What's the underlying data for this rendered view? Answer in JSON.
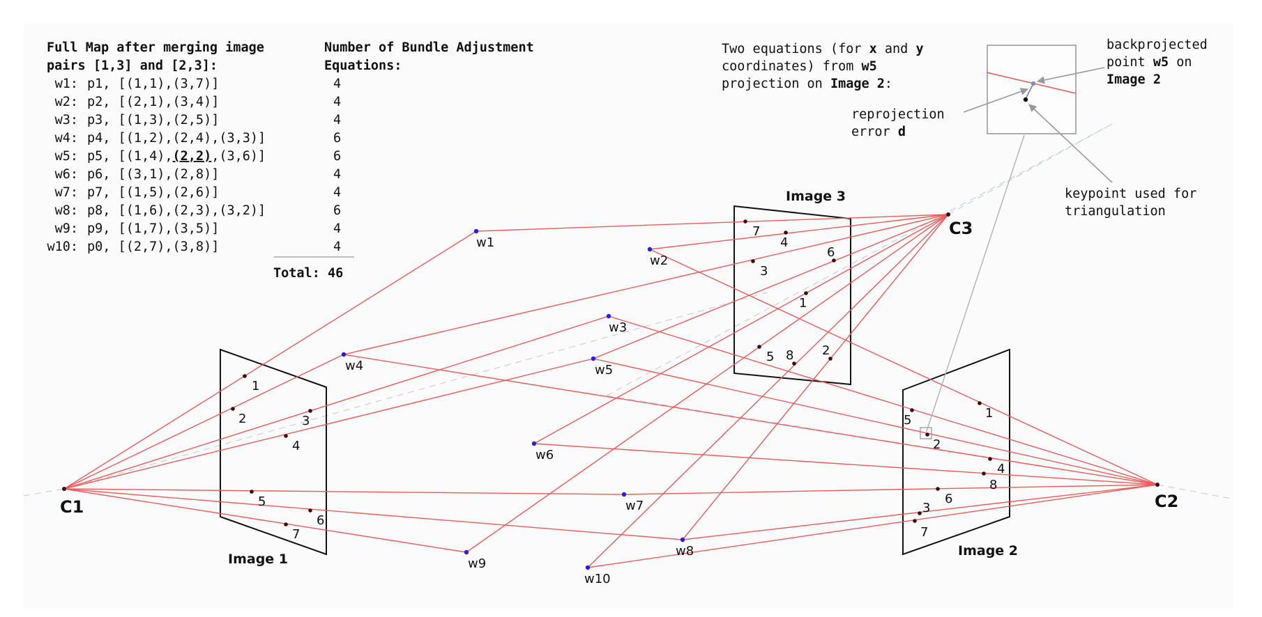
{
  "map_title_lines": [
    "Full Map after merging image",
    "pairs [1,3] and [2,3]:"
  ],
  "equations_title_lines": [
    "Number of Bundle Adjustment",
    "Equations:"
  ],
  "map_rows": [
    {
      "label": "w1:",
      "pre": "p1, [(1,1),(3,7)]",
      "bold": "",
      "post": "",
      "count": "4"
    },
    {
      "label": "w2:",
      "pre": "p2, [(2,1),(3,4)]",
      "bold": "",
      "post": "",
      "count": "4"
    },
    {
      "label": "w3:",
      "pre": "p3, [(1,3),(2,5)]",
      "bold": "",
      "post": "",
      "count": "4"
    },
    {
      "label": "w4:",
      "pre": "p4, [(1,2),(2,4),(3,3)]",
      "bold": "",
      "post": "",
      "count": "6"
    },
    {
      "label": "w5:",
      "pre": "p5, [(1,4),",
      "bold": "(2,2)",
      "post": ",(3,6)]",
      "count": "6"
    },
    {
      "label": "w6:",
      "pre": "p6, [(3,1),(2,8)]",
      "bold": "",
      "post": "",
      "count": "4"
    },
    {
      "label": "w7:",
      "pre": "p7, [(1,5),(2,6)]",
      "bold": "",
      "post": "",
      "count": "4"
    },
    {
      "label": "w8:",
      "pre": "p8, [(1,6),(2,3),(3,2)]",
      "bold": "",
      "post": "",
      "count": "6"
    },
    {
      "label": "w9:",
      "pre": "p9, [(1,7),(3,5)]",
      "bold": "",
      "post": "",
      "count": "4"
    },
    {
      "label": "w10:",
      "pre": "p0, [(2,7),(3,8)]",
      "bold": "",
      "post": "",
      "count": "4"
    }
  ],
  "total_label": "Total: 46",
  "inset_caption": [
    [
      {
        "t": "Two equations (for ",
        "b": false
      },
      {
        "t": "x",
        "b": true
      },
      {
        "t": " and ",
        "b": false
      },
      {
        "t": "y",
        "b": true
      }
    ],
    [
      {
        "t": "coordinates) from ",
        "b": false
      },
      {
        "t": "w5",
        "b": true
      }
    ],
    [
      {
        "t": "projection on ",
        "b": false
      },
      {
        "t": "Image 2",
        "b": true
      },
      {
        "t": ":",
        "b": false
      }
    ]
  ],
  "backprojected_label": [
    [
      {
        "t": "backprojected",
        "b": false
      }
    ],
    [
      {
        "t": "point ",
        "b": false
      },
      {
        "t": "w5",
        "b": true
      },
      {
        "t": " on",
        "b": false
      }
    ],
    [
      {
        "t": "Image 2",
        "b": true
      }
    ]
  ],
  "reprojection_label": [
    [
      {
        "t": "reprojection",
        "b": false
      }
    ],
    [
      {
        "t": "error ",
        "b": false
      },
      {
        "t": "d",
        "b": true
      }
    ]
  ],
  "keypoint_label": [
    "keypoint used for",
    "triangulation"
  ],
  "cameras": {
    "C1": "C1",
    "C2": "C2",
    "C3": "C3"
  },
  "image_titles": {
    "image1": "Image 1",
    "image2": "Image 2",
    "image3": "Image 3"
  },
  "world_points": [
    "w1",
    "w2",
    "w3",
    "w4",
    "w5",
    "w6",
    "w7",
    "w8",
    "w9",
    "w10"
  ],
  "keypoint_labels": {
    "image1": [
      "1",
      "2",
      "3",
      "4",
      "5",
      "6",
      "7"
    ],
    "image2": [
      "1",
      "2",
      "3",
      "4",
      "5",
      "6",
      "7",
      "8"
    ],
    "image3": [
      "1",
      "2",
      "3",
      "4",
      "5",
      "6",
      "7",
      "8"
    ]
  },
  "colors": {
    "ray": "#ec5a5a",
    "world_point": "#2a1ed6",
    "keypoint": "#3a0d0d",
    "frame": "#111111",
    "guide": "#c9cfdc",
    "callout": "#9a9a9a"
  }
}
